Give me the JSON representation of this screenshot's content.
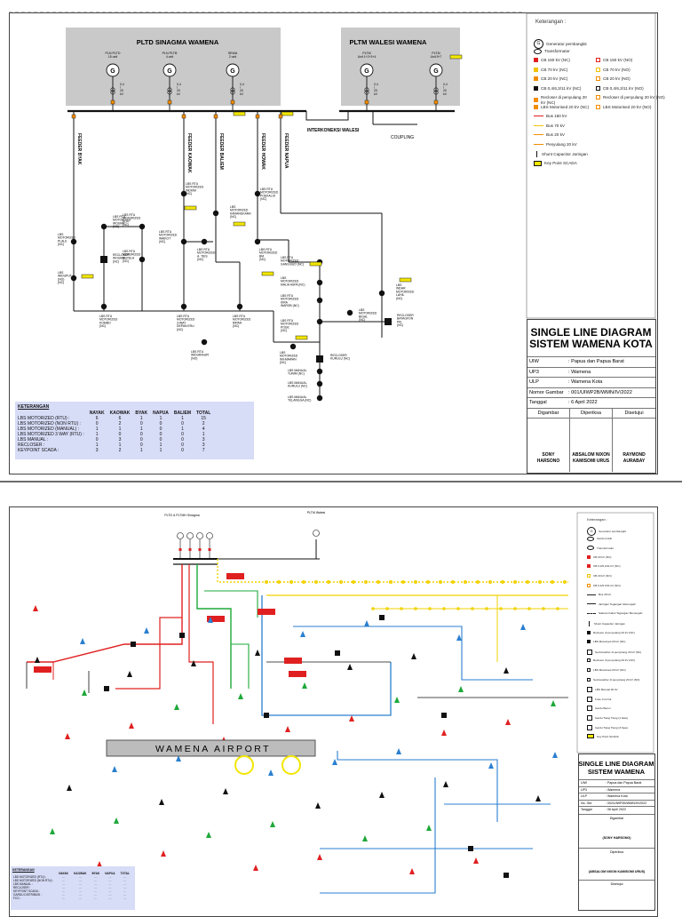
{
  "sheet1": {
    "plants": [
      {
        "name": "PLTD SINAGMA WAMENA"
      },
      {
        "name": "PLTM WALESI WAMENA"
      }
    ],
    "generators": [
      {
        "name": "PLN PLTD",
        "sub": "15 unit",
        "kv": "0,4\n/\n20\nkV"
      },
      {
        "name": "PLN PLTB",
        "sub": "4 unit",
        "kv": "0,4\n/\n20\nkV"
      },
      {
        "name": "SEWA",
        "sub": "2 unit",
        "kv": "0,4\n/\n20\nkV"
      },
      {
        "name": "PLTM",
        "sub": "Unit 1+2+3+4",
        "kv": "0,4\n/\n20\nkV"
      },
      {
        "name": "PLTM",
        "sub": "Unit 5+7",
        "kv": "0,4\n/\n20\nkV"
      }
    ],
    "feeders": [
      "FEEDER BYAK",
      "FEEDER KAOWAK",
      "FEEDER BALIEM",
      "FEEDER HOWAK",
      "FEEDER NAPUA"
    ],
    "interkoneksi": "INTERKONEKSI WALESI",
    "coupling": "COUPLING",
    "devices": [
      {
        "label": "LBS\nMOTORIZED\nPLALE\n(NC)"
      },
      {
        "label": "LBS\nWIDUPUT\n(NO)\n(NC)"
      },
      {
        "label": "LBS RTU\nMOTORIZED\nWOUMA\n(NC)"
      },
      {
        "label": "RECLOSER\nWOUMA\n(NC)"
      },
      {
        "label": "LBS RTU\nMOTORIZED\nPLN\n(NC)"
      },
      {
        "label": "LBS RTU\nMOTORIZED\nSEPELA\n(NC)"
      },
      {
        "label": "LBS RTU\nMOTORIZED\nWAIKOT\n(NC)"
      },
      {
        "label": "LBS RTU\nMOTORIZED\nINDKIM\n(NC)"
      },
      {
        "label": "LBS\nMOTORIZED\nKARANGKARA\n(NC)"
      },
      {
        "label": "LBS RTU\nMOTORIZED\nA. TIES\n(NC)"
      },
      {
        "label": "LBS RTU\nMOTORIZED\nPOEKALOI\n(NC)"
      },
      {
        "label": "LBS RTU\nMOTORIZED\nBM\n(NC)"
      },
      {
        "label": "LBS RTU\nMOTORIZED\nGANS BUO (NC)"
      },
      {
        "label": "LBS\nMOTORIZED\nMALIA ASPA (NC)"
      },
      {
        "label": "LBS RTU\nMOTORIZED\nKIRA\nWAROB (NC)"
      },
      {
        "label": "LBS RTU\nMOTORIZED\nPOGE\n(NC)"
      },
      {
        "label": "LBS\nMOTORIZED\nBIGAL\n(NC)"
      },
      {
        "label": "LBS\nINDAR\nMOTORIZED\nLAHIL\n(NC)"
      },
      {
        "label": "RECLOSER\nBATAGFON\nPIE\n(NC)"
      },
      {
        "label": "LBS RTU\nMOTORIZED\nKOMBO\n(NC)"
      },
      {
        "label": "LBS RTU\nMOTORIZED\n3-WAY\nDEPAN ERU\n(NC)"
      },
      {
        "label": "LBS RTU\nMOTORIZED\nRIPAN\n(NC)"
      },
      {
        "label": "LBS RTU\nWIDURIAUPI\n(NO)"
      },
      {
        "label": "LBS\nMOTORIZED\nIMI-MAWAN\n(NC)"
      },
      {
        "label": "RECLOSER\nKURULU (NC)"
      },
      {
        "label": "LBS MANUAL\nTUNIM (NC)"
      },
      {
        "label": "LBS MANUAL\nKURULU (NC)"
      },
      {
        "label": "LBS MANUAL\nTELANGGA (NC)"
      }
    ],
    "legend": {
      "title": "Keterangan :",
      "items": [
        {
          "label": "Generator pembangkit",
          "icon": "generator-icon"
        },
        {
          "label": "Transformator",
          "icon": "transformer-icon"
        },
        {
          "label": "CB 150 kV (NC)",
          "icon": "cb-filled-icon",
          "color": "#e02020"
        },
        {
          "label": "CB 150 kV (NO)",
          "icon": "cb-open-icon",
          "color": "#e02020"
        },
        {
          "label": "CB 70 kV (NC)",
          "icon": "cb-filled-icon",
          "color": "#f2c200"
        },
        {
          "label": "CB 70 kV (NO)",
          "icon": "cb-open-icon",
          "color": "#f2c200"
        },
        {
          "label": "CB 20 kV (NC)",
          "icon": "cb-filled-icon",
          "color": "#f28c00"
        },
        {
          "label": "CB 20 kV (NO)",
          "icon": "cb-open-icon",
          "color": "#f28c00"
        },
        {
          "label": "CB 0,4/6,3/11 kV (NC)",
          "icon": "cb-filled-icon",
          "color": "#111111"
        },
        {
          "label": "CB 0,4/6,3/11 kV (NO)",
          "icon": "cb-open-icon",
          "color": "#111111"
        },
        {
          "label": "Recloser di penyulang 20 kV (NC)",
          "icon": "recloser-filled-icon",
          "color": "#f28c00"
        },
        {
          "label": "Recloser di penyulang 20 kV (NO)",
          "icon": "recloser-open-icon",
          "color": "#f28c00"
        },
        {
          "label": "LBS Motorised 20 kV (NC)",
          "icon": "lbs-filled-icon",
          "color": "#f28c00"
        },
        {
          "label": "LBS Motorised 20 kV (NO)",
          "icon": "lbs-open-icon",
          "color": "#f28c00"
        },
        {
          "label": "Bus 150 kV",
          "icon": "bus-line-icon",
          "color": "#e02020"
        },
        {
          "label": "Bus 70 kV",
          "icon": "bus-line-icon",
          "color": "#f2c200"
        },
        {
          "label": "Bus 20 kV",
          "icon": "bus-line-icon",
          "color": "#f28c00"
        },
        {
          "label": "Penyulang 20 kV",
          "icon": "feeder-arrow-icon",
          "color": "#f28c00"
        },
        {
          "label": "Shunt Capacitor Jaringan",
          "icon": "capacitor-icon"
        },
        {
          "label": "Key Point SCADA",
          "icon": "scada-keypoint-icon",
          "color": "#f2e600"
        }
      ]
    },
    "title_block": {
      "title_line1": "SINGLE LINE DIAGRAM",
      "title_line2": "SISTEM WAMENA KOTA",
      "rows": [
        {
          "key": "UIW",
          "value": ": Papua dan Papua Barat"
        },
        {
          "key": "UP3",
          "value": ": Wamena"
        },
        {
          "key": "ULP",
          "value": ": Wamena Kota"
        },
        {
          "key": "Nomor Gambar",
          "value": ": 001/UIWP2B/WMN/IV/2022"
        },
        {
          "key": "Tanggal",
          "value": ": 6 April 2022"
        }
      ],
      "sign_headers": [
        "Digambar",
        "Diperiksa",
        "Disetujui"
      ],
      "sign_names": [
        "SONY\nHARSONO",
        "ABSALOM NIXON\nKAMISOMI URUS",
        "RAYMOND\nAURABAY"
      ]
    },
    "keterangan": {
      "title": "KETERANGAN",
      "columns": [
        "",
        "NAYAK",
        "KAOWAK",
        "BYAK",
        "NAPUA",
        "BALIEM",
        "TOTAL"
      ],
      "rows": [
        [
          "LBS MOTORIZED (RTU) :",
          "6",
          "6",
          "1",
          "1",
          "1",
          "15"
        ],
        [
          "LBS MOTORIZED (NON RTU) :",
          "0",
          "2",
          "0",
          "0",
          "0",
          "2"
        ],
        [
          "LBS MOTORIZED (MANUAL) :",
          "1",
          "1",
          "1",
          "0",
          "1",
          "4"
        ],
        [
          "LBS MOTORIZED 3 WAY (RTU) :",
          "1",
          "0",
          "0",
          "0",
          "0",
          "1"
        ],
        [
          "LBS MANUAL :",
          "0",
          "3",
          "0",
          "0",
          "0",
          "3"
        ],
        [
          "RECLOSER :",
          "1",
          "1",
          "0",
          "1",
          "0",
          "3"
        ],
        [
          "KEYPOINT SCADA :",
          "3",
          "2",
          "1",
          "1",
          "0",
          "7"
        ]
      ]
    }
  },
  "sheet2": {
    "sources": [
      {
        "name": "PLTD & PLTMH\nSinagma"
      },
      {
        "name": "PLTM\nWalesi"
      }
    ],
    "airport": "WAMENA AIRPORT",
    "legend": {
      "title": "Keterangan :",
      "items": [
        {
          "label": "Generator pembangkit",
          "icon": "generator-icon"
        },
        {
          "label": "Gardu Induk",
          "icon": "substation-icon"
        },
        {
          "label": "Transformator",
          "icon": "transformer-icon"
        },
        {
          "label": "CB 20 kV (NC)",
          "icon": "cb-filled-icon",
          "color": "#e02020"
        },
        {
          "label": "CB 0,4/6,3/11 kV (NC)",
          "icon": "cb-filled-icon",
          "color": "#e02020"
        },
        {
          "label": "CB 20 kV (NO)",
          "icon": "cb-open-icon",
          "color": "#f2c200"
        },
        {
          "label": "CB 0,4/6,3/11 kV (NO)",
          "icon": "cb-open-icon",
          "color": "#f28c00"
        },
        {
          "label": "Bus 20 kV",
          "icon": "bus-line-icon",
          "color": "#222222"
        },
        {
          "label": "Jaringan Tegangan Menengah",
          "icon": "bus-line-icon",
          "color": "#222222"
        },
        {
          "label": "Saluran Kabel Tegangan Menengah",
          "icon": "dashed-line-icon",
          "color": "#222222"
        },
        {
          "label": "Shunt Capacitor Jaringan",
          "icon": "capacitor-icon"
        },
        {
          "label": "Recloser di penyulang 20 kV (NC)",
          "icon": "recloser-filled-icon",
          "color": "#111111"
        },
        {
          "label": "LBS Motorised 20 kV (NC)",
          "icon": "lbs-filled-icon",
          "color": "#111111"
        },
        {
          "label": "Sectionalizer di penyulang 20 kV (NC)",
          "icon": "sectionalizer-icon",
          "color": "#111111"
        },
        {
          "label": "Recloser di penyulang 20 kV (NO)",
          "icon": "recloser-open-icon",
          "color": "#111111"
        },
        {
          "label": "LBS Motorised 20 kV (NO)",
          "icon": "lbs-open-icon",
          "color": "#111111"
        },
        {
          "label": "Sectionalizer di penyulang 20 kV (NO)",
          "icon": "sectionalizer-open-icon",
          "color": "#111111"
        },
        {
          "label": "LBS Manual 20 kV",
          "icon": "lbs-manual-icon",
          "color": "#111111"
        },
        {
          "label": "Fuse Cut Out",
          "icon": "fuse-icon",
          "color": "#111111"
        },
        {
          "label": "Gardu Beton",
          "icon": "gardu-beton-icon",
          "color": "#111111"
        },
        {
          "label": "Gardu Tiang Tiang (1 fasa)",
          "icon": "gardu-tiang-icon",
          "color": "#111111"
        },
        {
          "label": "Gardu Tiang Tiang (3 fasa)",
          "icon": "gardu-tiang3-icon",
          "color": "#111111"
        },
        {
          "label": "Key Point SCADA",
          "icon": "scada-keypoint-icon",
          "color": "#f2e600"
        }
      ]
    },
    "title_block": {
      "title_line1": "SINGLE LINE DIAGRAM",
      "title_line2": "SISTEM WAMENA",
      "rows": [
        {
          "key": "UIW",
          "value": ": Papua dan Papua Barat"
        },
        {
          "key": "UP3",
          "value": ": Wamena"
        },
        {
          "key": "ULP",
          "value": ": Wamena Kota"
        },
        {
          "key": "No. Gbr",
          "value": ": 002/UIWP2B/WMN/IV/2022"
        },
        {
          "key": "Tanggal",
          "value": ": 06 April 2022"
        }
      ],
      "sign_blocks": [
        {
          "header": "Digambar",
          "name": "(SONY HARSONO)"
        },
        {
          "header": "Diperiksa",
          "name": "(ABSALOM NIXON KAMISOMI URUS)"
        },
        {
          "header": "Disetujui",
          "name": ""
        }
      ]
    },
    "keterangan": {
      "title": "KETERANGAN",
      "columns": [
        "",
        "NAYAK",
        "KAOWAK",
        "BYAK",
        "NAPUA",
        "TOTAL"
      ],
      "rows": [
        [
          "LBS MOTORIZED (RTU) :",
          "…",
          "…",
          "…",
          "…",
          "…"
        ],
        [
          "LBS MOTORIZED (NON RTU) :",
          "…",
          "…",
          "…",
          "…",
          "…"
        ],
        [
          "LBS MANUAL :",
          "…",
          "…",
          "…",
          "…",
          "…"
        ],
        [
          "RECLOSER :",
          "…",
          "…",
          "…",
          "…",
          "…"
        ],
        [
          "KEYPOINT SCADA :",
          "…",
          "…",
          "…",
          "…",
          "…"
        ],
        [
          "GARDU DISTRIBUSI :",
          "…",
          "…",
          "…",
          "…",
          "…"
        ],
        [
          "FCO :",
          "…",
          "…",
          "…",
          "…",
          "…"
        ]
      ]
    }
  }
}
